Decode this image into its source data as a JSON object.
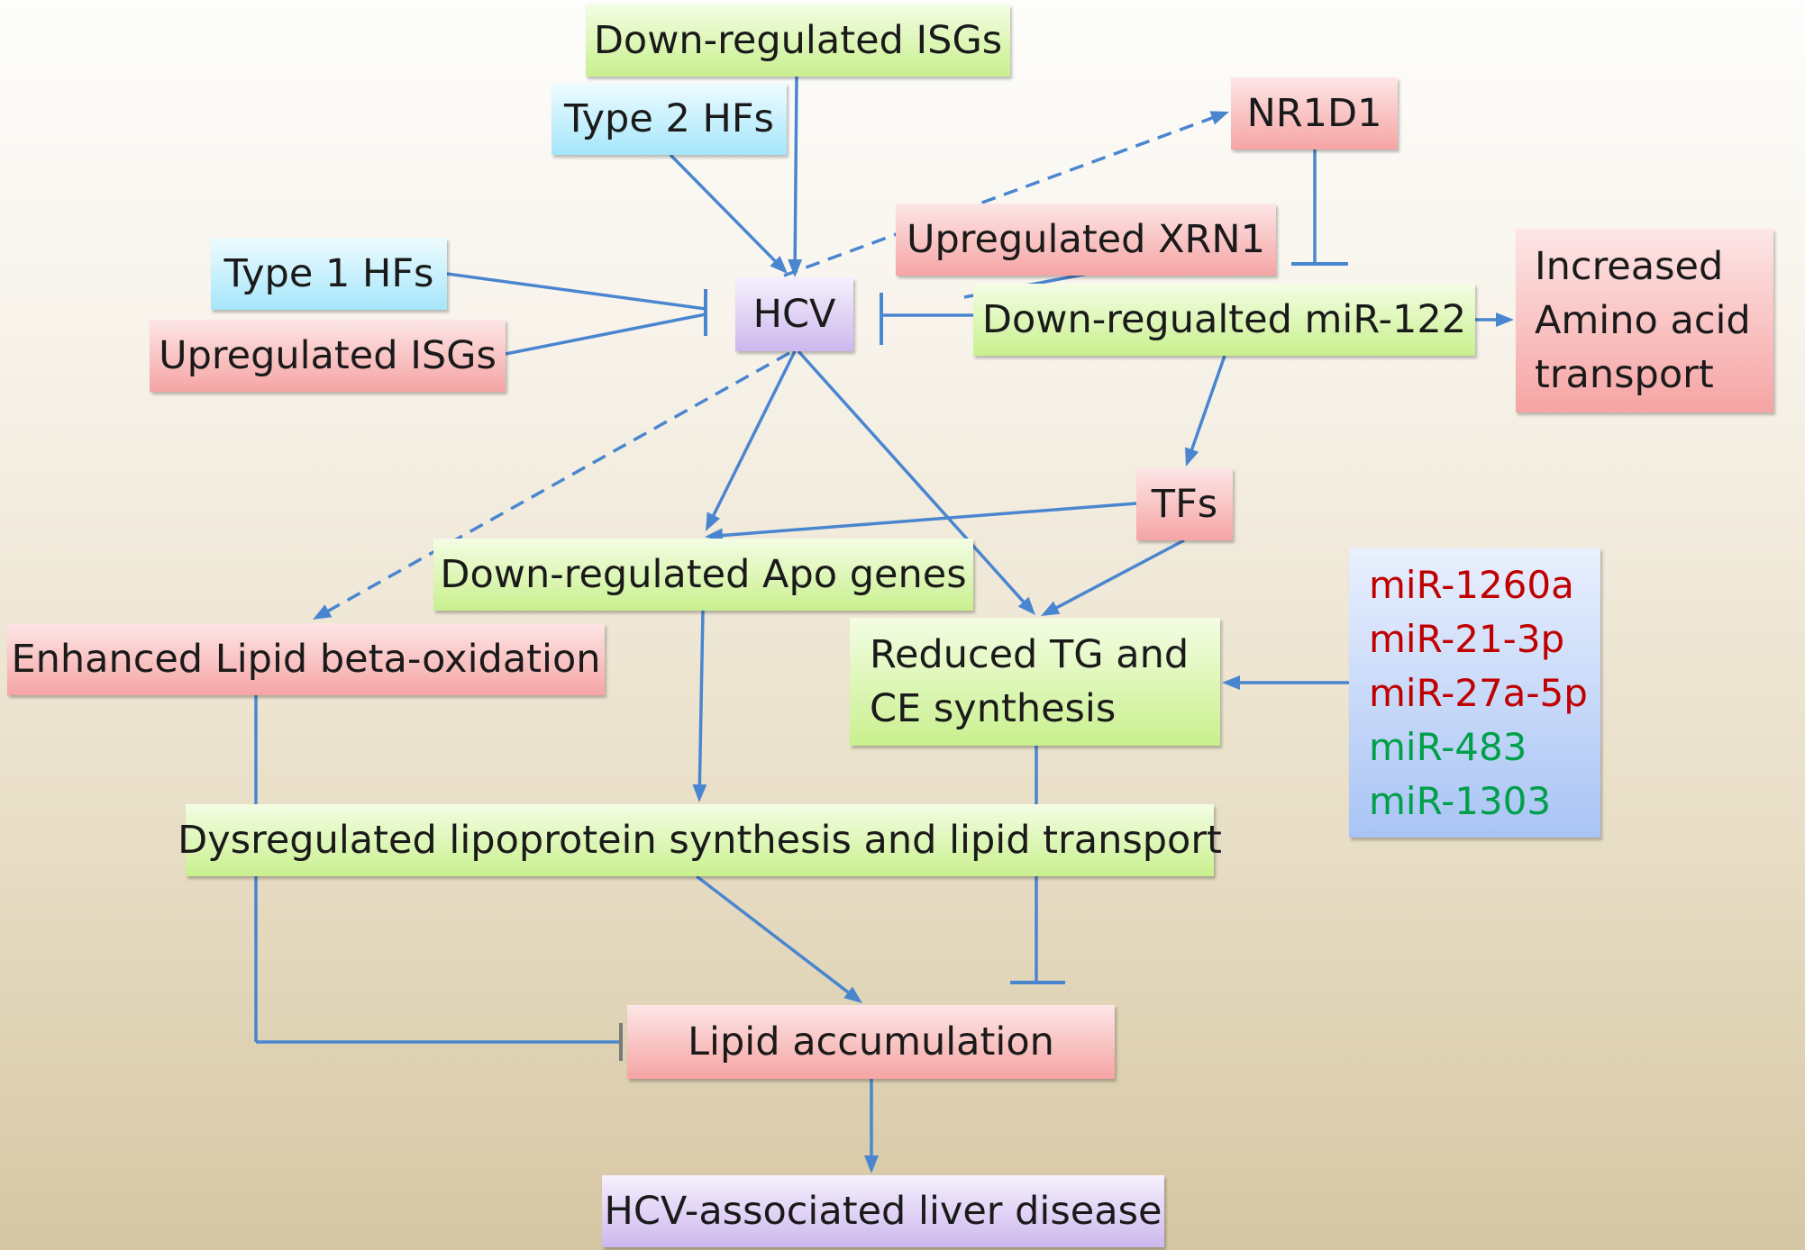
{
  "colors": {
    "arrow": "#4a86d0",
    "inhibit_gray": "#7a7a7a",
    "mirna_up": "#c00000",
    "mirna_down": "#00a04a",
    "green_box": "#c9f08e",
    "blue_box": "#a6e6fb",
    "red_box": "#f6a4a4",
    "purple_box": "#cdb8ee",
    "mirna_box": "#a9c4f5"
  },
  "nodes": {
    "down_isgs": "Down-regulated ISGs",
    "type2_hfs": "Type 2 HFs",
    "nr1d1": "NR1D1",
    "up_xrn1": "Upregulated XRN1",
    "type1_hfs": "Type 1 HFs",
    "hcv": "HCV",
    "up_isgs": "Upregulated ISGs",
    "down_mir122": "Down-regualted miR-122",
    "aa_transport": [
      "Increased",
      "Amino acid",
      "transport"
    ],
    "tfs": "TFs",
    "down_apo": "Down-regulated Apo genes",
    "lipid_beta_ox": "Enhanced Lipid beta-oxidation",
    "reduced_tg": [
      "Reduced TG and",
      "CE synthesis"
    ],
    "dysregulated": "Dysregulated lipoprotein synthesis and lipid transport",
    "lipid_accum": "Lipid accumulation",
    "liver_disease": "HCV-associated liver disease"
  },
  "mirnas": [
    {
      "label": "miR-1260a",
      "direction": "up"
    },
    {
      "label": "miR-21-3p",
      "direction": "up"
    },
    {
      "label": "miR-27a-5p",
      "direction": "up"
    },
    {
      "label": "miR-483",
      "direction": "down"
    },
    {
      "label": "miR-1303",
      "direction": "down"
    }
  ],
  "edges": [
    {
      "from": "down_isgs",
      "to": "hcv",
      "type": "activation"
    },
    {
      "from": "type2_hfs",
      "to": "hcv",
      "type": "activation"
    },
    {
      "from": "type1_hfs",
      "to": "hcv",
      "type": "inhibition"
    },
    {
      "from": "up_isgs",
      "to": "hcv",
      "type": "inhibition"
    },
    {
      "from": "hcv",
      "to": "nr1d1",
      "type": "activation",
      "style": "dashed"
    },
    {
      "from": "nr1d1",
      "to": "down_mir122",
      "type": "inhibition"
    },
    {
      "from": "up_xrn1",
      "to": "down_mir122",
      "type": "association"
    },
    {
      "from": "down_mir122",
      "to": "hcv",
      "type": "inhibition"
    },
    {
      "from": "down_mir122",
      "to": "aa_transport",
      "type": "activation"
    },
    {
      "from": "down_mir122",
      "to": "tfs",
      "type": "activation"
    },
    {
      "from": "hcv",
      "to": "down_apo",
      "type": "activation"
    },
    {
      "from": "hcv",
      "to": "reduced_tg",
      "type": "activation"
    },
    {
      "from": "hcv",
      "to": "lipid_beta_ox",
      "type": "activation",
      "style": "dashed"
    },
    {
      "from": "tfs",
      "to": "down_apo",
      "type": "activation"
    },
    {
      "from": "tfs",
      "to": "reduced_tg",
      "type": "activation"
    },
    {
      "from": "mirnas",
      "to": "reduced_tg",
      "type": "activation"
    },
    {
      "from": "down_apo",
      "to": "dysregulated",
      "type": "activation"
    },
    {
      "from": "dysregulated",
      "to": "lipid_accum",
      "type": "activation"
    },
    {
      "from": "reduced_tg",
      "to": "lipid_accum",
      "type": "inhibition"
    },
    {
      "from": "lipid_beta_ox",
      "to": "lipid_accum",
      "type": "inhibition"
    },
    {
      "from": "lipid_accum",
      "to": "liver_disease",
      "type": "activation"
    }
  ]
}
